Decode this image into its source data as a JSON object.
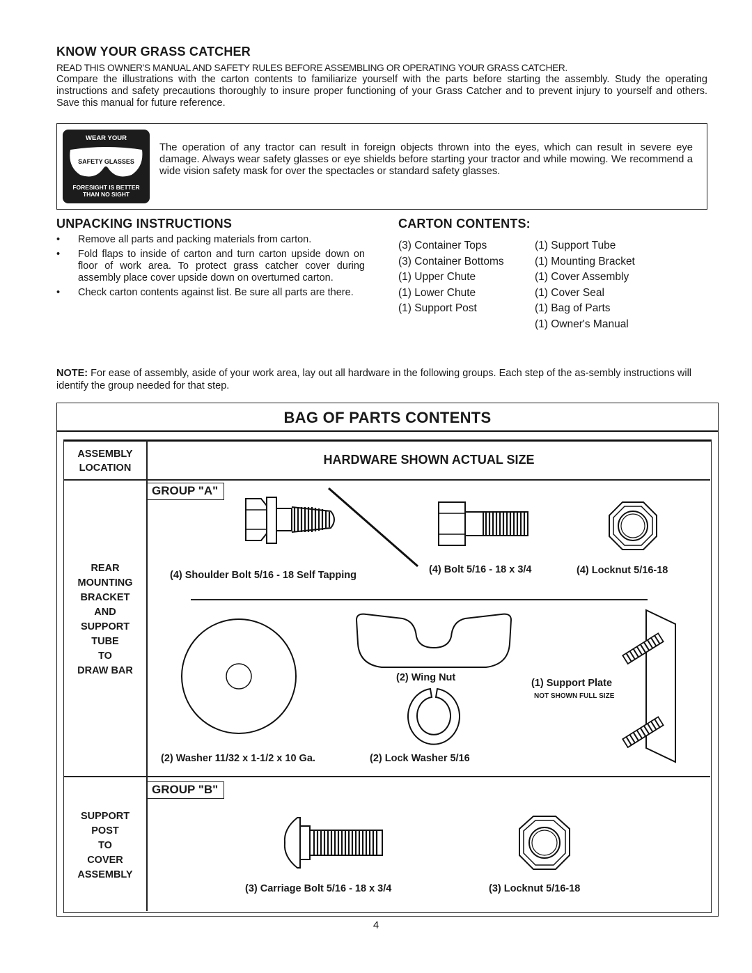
{
  "know": {
    "title": "KNOW YOUR GRASS CATCHER",
    "para_line1": "READ THIS OWNER'S MANUAL AND SAFETY RULES BEFORE ASSEMBLING OR OPERATING YOUR GRASS CATCHER.",
    "para_rest": "Compare the illustrations with the carton contents to familiarize yourself with the parts before starting the assembly. Study the operating instructions and safety precautions thoroughly to insure proper functioning of your Grass Catcher and to prevent injury to yourself and others.  Save this manual for future reference."
  },
  "safety": {
    "badge_top": "WEAR YOUR",
    "badge_mid": "SAFETY GLASSES",
    "badge_bottom_1": "FORESIGHT IS BETTER",
    "badge_bottom_2": "THAN NO SIGHT",
    "text": "The operation of any tractor can result in foreign objects thrown into the eyes, which can result in severe eye damage. Always wear safety glasses or eye shields before starting your tractor and while mowing. We recommend a  wide vision safety mask for over the spectacles or standard safety glasses."
  },
  "unpacking": {
    "title": "UNPACKING INSTRUCTIONS",
    "items": [
      "Remove all parts and packing materials from carton.",
      "Fold flaps to inside of carton and turn carton upside down on floor of work area. To protect grass catcher cover during assembly place cover upside down on overturned carton.",
      "Check carton contents against list.  Be sure all parts are there."
    ]
  },
  "carton": {
    "title": "CARTON CONTENTS:",
    "col1": [
      "(3) Container Tops",
      "(3) Container Bottoms",
      "(1) Upper Chute",
      "(1) Lower Chute",
      "(1) Support Post"
    ],
    "col2": [
      "(1) Support Tube",
      "(1) Mounting Bracket",
      "(1) Cover Assembly",
      "(1) Cover Seal",
      "(1) Bag of Parts",
      "(1) Owner's Manual"
    ]
  },
  "note": {
    "label": "NOTE:",
    "text": "For ease of assembly, aside of your work area, lay out all hardware in the following groups.  Each step of the as-sembly instructions will identify the group needed for that step."
  },
  "bag": {
    "title": "BAG OF PARTS CONTENTS",
    "col_header_1": "ASSEMBLY",
    "col_header_2": "LOCATION",
    "hardware_header": "HARDWARE SHOWN ACTUAL SIZE",
    "group_a": {
      "label": "GROUP \"A\"",
      "location": [
        "REAR",
        "MOUNTING",
        "BRACKET",
        "AND",
        "SUPPORT",
        "TUBE",
        "TO",
        "DRAW BAR"
      ],
      "parts": {
        "shoulder_bolt": "(4)  Shoulder Bolt 5/16 - 18 Self Tapping",
        "bolt": "(4)  Bolt 5/16 - 18 x 3/4",
        "locknut": "(4) Locknut 5/16-18",
        "wing_nut": "(2)  Wing Nut",
        "support_plate": "(1)  Support Plate",
        "support_plate_note": "NOT SHOWN FULL SIZE",
        "washer": "(2)  Washer 11/32 x 1-1/2 x 10 Ga.",
        "lock_washer": "(2)  Lock Washer 5/16"
      }
    },
    "group_b": {
      "label": "GROUP \"B\"",
      "location": [
        "SUPPORT",
        "POST",
        "TO",
        "COVER",
        "ASSEMBLY"
      ],
      "parts": {
        "carriage_bolt": "(3)  Carriage Bolt 5/16 - 18 x 3/4",
        "locknut": "(3) Locknut 5/16-18"
      }
    }
  },
  "page_number": "4"
}
